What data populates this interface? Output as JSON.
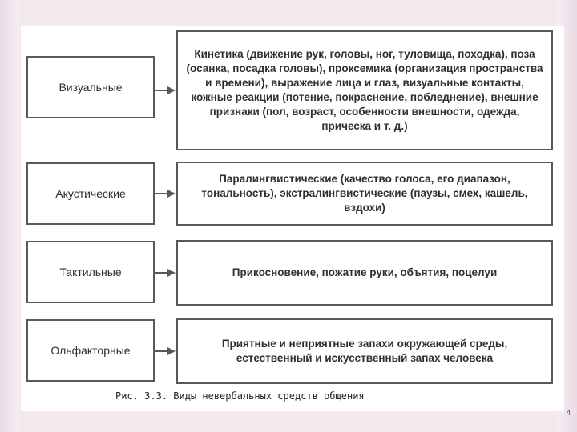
{
  "rows": [
    {
      "left_label": "Визуальные",
      "right_text": "Кинетика (движение рук, головы, ног, туловища, походка), поза (осанка, посадка головы), проксемика (организация пространства и времени), выражение лица и глаз, визуальные контакты, кожные реакции (потение, покраснение, побледнение), внешние признаки (пол, возраст, особенности внешности, одежда, прическа и т. д.)"
    },
    {
      "left_label": "Акустические",
      "right_text": "Паралингвистические (качество голоса, его диапазон, тональность), экстралингвистические (паузы, смех, кашель, вздохи)"
    },
    {
      "left_label": "Тактильные",
      "right_text": "Прикосновение, пожатие руки, объятия, поцелуи"
    },
    {
      "left_label": "Ольфакторные",
      "right_text": "Приятные и неприятные запахи окружающей среды, естественный и искусственный запах человека"
    }
  ],
  "caption": "Рис. 3.3. Виды невербальных средств общения",
  "page_number": "4",
  "colors": {
    "border": "#595959",
    "background": "#f3eaf0",
    "slide": "#ffffff",
    "text": "#2f2f2f"
  },
  "icons": {
    "connector": "right-arrow-icon"
  }
}
